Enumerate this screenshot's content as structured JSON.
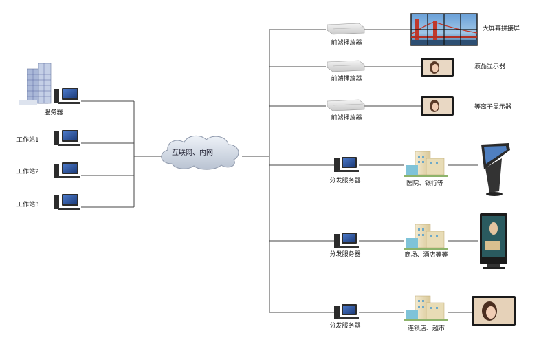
{
  "left": {
    "server_label": "服务器",
    "workstations": [
      "工作站1",
      "工作站2",
      "工作站3"
    ]
  },
  "network": {
    "label": "互联网、内网"
  },
  "right": {
    "players": [
      {
        "device": "前端播放器",
        "display": "大屏幕拼接屏"
      },
      {
        "device": "前端播放器",
        "display": "液晶显示器"
      },
      {
        "device": "前端播放器",
        "display": "等离子显示器"
      }
    ],
    "distribution": [
      {
        "device": "分发服务器",
        "venue": "医院、银行等"
      },
      {
        "device": "分发服务器",
        "venue": "商场、酒店等等"
      },
      {
        "device": "分发服务器",
        "venue": "连锁店、超市"
      }
    ]
  }
}
